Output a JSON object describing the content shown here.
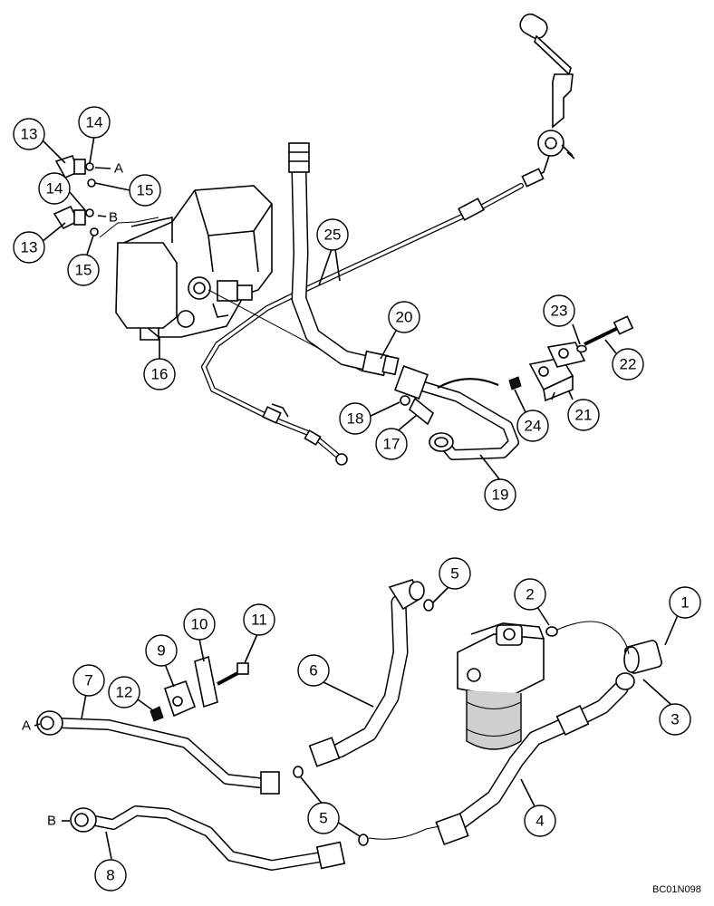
{
  "callouts": [
    "1",
    "2",
    "3",
    "4",
    "5",
    "6",
    "7",
    "8",
    "9",
    "10",
    "11",
    "12",
    "13",
    "14",
    "15",
    "16",
    "17",
    "18",
    "19",
    "20",
    "21",
    "22",
    "23",
    "24",
    "25"
  ],
  "port_labels": {
    "a": "A",
    "b": "B"
  },
  "drawing_code": "BC01N098"
}
